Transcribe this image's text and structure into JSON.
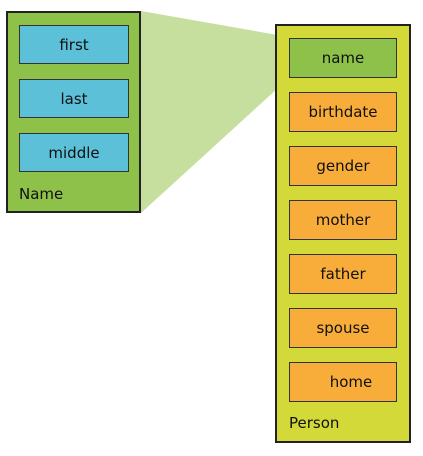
{
  "colors": {
    "name_box_fill": "#8dc149",
    "person_box_fill": "#d4d93a",
    "name_field_fill": "#5bc0d8",
    "person_field_fill": "#f8ac3a",
    "highlight_field_fill": "#8dc149",
    "connector_fill": "#c6df9f"
  },
  "name_box": {
    "caption": "Name",
    "fields": [
      {
        "label": "first"
      },
      {
        "label": "last"
      },
      {
        "label": "middle"
      }
    ]
  },
  "person_box": {
    "caption": "Person",
    "fields": [
      {
        "label": "name",
        "highlighted": true
      },
      {
        "label": "birthdate",
        "highlighted": false
      },
      {
        "label": "gender",
        "highlighted": false
      },
      {
        "label": "mother",
        "highlighted": false
      },
      {
        "label": "father",
        "highlighted": false
      },
      {
        "label": "spouse",
        "highlighted": false
      },
      {
        "label": "home",
        "highlighted": false
      }
    ]
  }
}
